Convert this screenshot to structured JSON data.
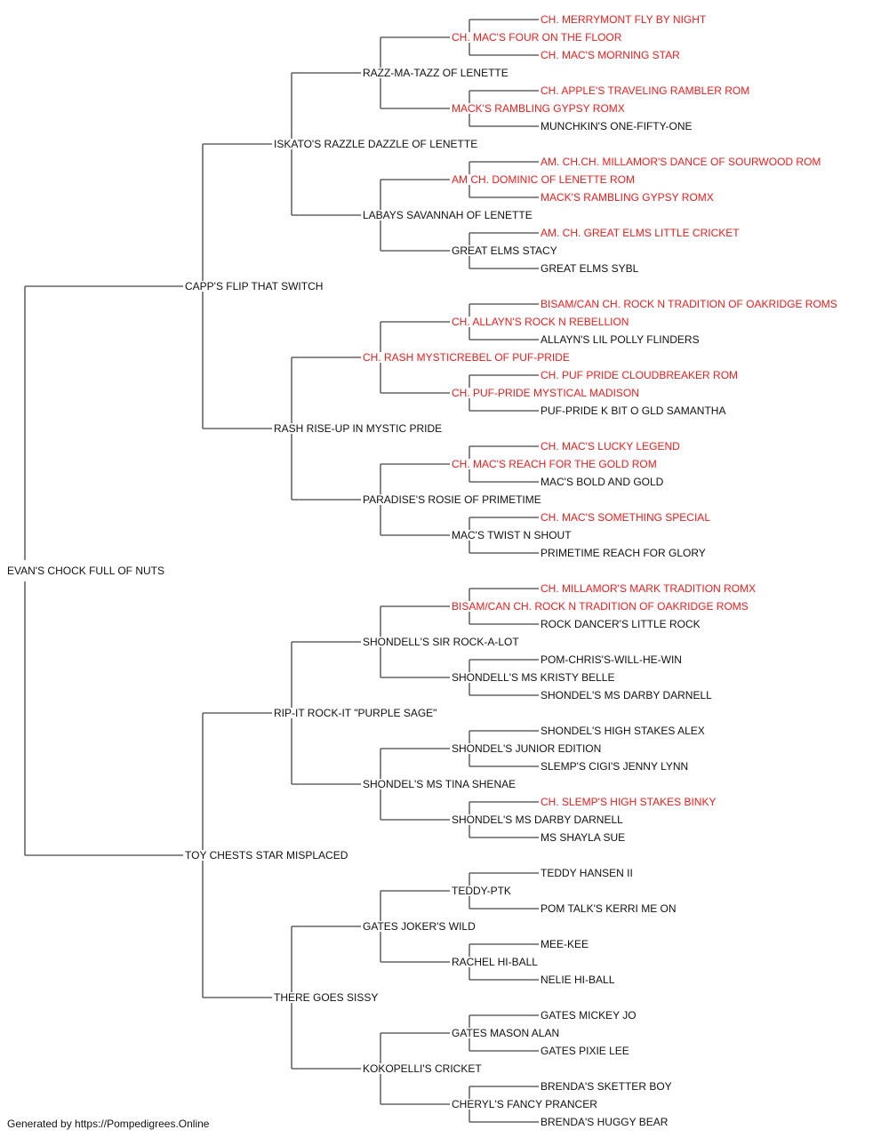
{
  "footer": "Generated by https://Pompedigrees.Online",
  "colors": {
    "text": "#111111",
    "champion": "#e82020",
    "line": "#444444"
  },
  "pedigree": {
    "name": "EVAN'S CHOCK FULL OF NUTS",
    "champion": false,
    "sire": {
      "name": "CAPP'S FLIP THAT SWITCH",
      "champion": false,
      "sire": {
        "name": "ISKATO'S RAZZLE DAZZLE OF LENETTE",
        "champion": false,
        "sire": {
          "name": "RAZZ-MA-TAZZ OF LENETTE",
          "champion": false,
          "sire": {
            "name": "CH. MAC'S FOUR ON THE FLOOR",
            "champion": true,
            "sire": {
              "name": "CH. MERRYMONT FLY BY NIGHT",
              "champion": true
            },
            "dam": {
              "name": "CH. MAC'S MORNING STAR",
              "champion": true
            }
          },
          "dam": {
            "name": "MACK'S RAMBLING GYPSY ROMX",
            "champion": true,
            "sire": {
              "name": "CH. APPLE'S TRAVELING RAMBLER ROM",
              "champion": true
            },
            "dam": {
              "name": "MUNCHKIN'S ONE-FIFTY-ONE",
              "champion": false
            }
          }
        },
        "dam": {
          "name": "LABAYS SAVANNAH OF LENETTE",
          "champion": false,
          "sire": {
            "name": "AM CH. DOMINIC OF LENETTE ROM",
            "champion": true,
            "sire": {
              "name": "AM. CH.CH. MILLAMOR'S DANCE OF SOURWOOD ROM",
              "champion": true
            },
            "dam": {
              "name": "MACK'S RAMBLING GYPSY ROMX",
              "champion": true
            }
          },
          "dam": {
            "name": "GREAT ELMS STACY",
            "champion": false,
            "sire": {
              "name": "AM. CH. GREAT ELMS LITTLE CRICKET",
              "champion": true
            },
            "dam": {
              "name": "GREAT ELMS SYBL",
              "champion": false
            }
          }
        }
      },
      "dam": {
        "name": "RASH RISE-UP IN MYSTIC PRIDE",
        "champion": false,
        "sire": {
          "name": "CH. RASH MYSTICREBEL OF PUF-PRIDE",
          "champion": true,
          "sire": {
            "name": "CH. ALLAYN'S ROCK N REBELLION",
            "champion": true,
            "sire": {
              "name": "BISAM/CAN CH. ROCK N TRADITION OF OAKRIDGE ROMS",
              "champion": true
            },
            "dam": {
              "name": "ALLAYN'S LIL POLLY FLINDERS",
              "champion": false
            }
          },
          "dam": {
            "name": "CH. PUF-PRIDE MYSTICAL MADISON",
            "champion": true,
            "sire": {
              "name": "CH. PUF PRIDE CLOUDBREAKER ROM",
              "champion": true
            },
            "dam": {
              "name": "PUF-PRIDE K BIT O GLD SAMANTHA",
              "champion": false
            }
          }
        },
        "dam": {
          "name": "PARADISE'S ROSIE OF PRIMETIME",
          "champion": false,
          "sire": {
            "name": "CH. MAC'S REACH FOR THE GOLD ROM",
            "champion": true,
            "sire": {
              "name": "CH. MAC'S LUCKY LEGEND",
              "champion": true
            },
            "dam": {
              "name": "MAC'S BOLD AND GOLD",
              "champion": false
            }
          },
          "dam": {
            "name": "MAC'S TWIST N SHOUT",
            "champion": false,
            "sire": {
              "name": "CH. MAC'S SOMETHING SPECIAL",
              "champion": true
            },
            "dam": {
              "name": "PRIMETIME REACH FOR GLORY",
              "champion": false
            }
          }
        }
      }
    },
    "dam": {
      "name": "TOY CHESTS STAR MISPLACED",
      "champion": false,
      "sire": {
        "name": "RIP-IT ROCK-IT \"PURPLE SAGE\"",
        "champion": false,
        "sire": {
          "name": "SHONDELL'S SIR ROCK-A-LOT",
          "champion": false,
          "sire": {
            "name": "BISAM/CAN CH. ROCK N TRADITION OF OAKRIDGE ROMS",
            "champion": true,
            "sire": {
              "name": "CH. MILLAMOR'S MARK TRADITION ROMX",
              "champion": true
            },
            "dam": {
              "name": "ROCK DANCER'S LITTLE ROCK",
              "champion": false
            }
          },
          "dam": {
            "name": "SHONDELL'S MS KRISTY BELLE",
            "champion": false,
            "sire": {
              "name": "POM-CHRIS'S-WILL-HE-WIN",
              "champion": false
            },
            "dam": {
              "name": "SHONDEL'S MS DARBY DARNELL",
              "champion": false
            }
          }
        },
        "dam": {
          "name": "SHONDEL'S MS TINA SHENAE",
          "champion": false,
          "sire": {
            "name": "SHONDEL'S JUNIOR EDITION",
            "champion": false,
            "sire": {
              "name": "SHONDEL'S HIGH STAKES ALEX",
              "champion": false
            },
            "dam": {
              "name": "SLEMP'S CIGI'S JENNY LYNN",
              "champion": false
            }
          },
          "dam": {
            "name": "SHONDEL'S MS DARBY DARNELL",
            "champion": false,
            "sire": {
              "name": "CH. SLEMP'S HIGH STAKES BINKY",
              "champion": true
            },
            "dam": {
              "name": "MS SHAYLA SUE",
              "champion": false
            }
          }
        }
      },
      "dam": {
        "name": "THERE GOES SISSY",
        "champion": false,
        "sire": {
          "name": "GATES JOKER'S WILD",
          "champion": false,
          "sire": {
            "name": "TEDDY-PTK",
            "champion": false,
            "sire": {
              "name": "TEDDY HANSEN II",
              "champion": false
            },
            "dam": {
              "name": "POM TALK'S KERRI ME ON",
              "champion": false
            }
          },
          "dam": {
            "name": "RACHEL HI-BALL",
            "champion": false,
            "sire": {
              "name": "MEE-KEE",
              "champion": false
            },
            "dam": {
              "name": "NELIE HI-BALL",
              "champion": false
            }
          }
        },
        "dam": {
          "name": "KOKOPELLI'S CRICKET",
          "champion": false,
          "sire": {
            "name": "GATES MASON ALAN",
            "champion": false,
            "sire": {
              "name": "GATES MICKEY JO",
              "champion": false
            },
            "dam": {
              "name": "GATES PIXIE LEE",
              "champion": false
            }
          },
          "dam": {
            "name": "CHERYL'S FANCY PRANCER",
            "champion": false,
            "sire": {
              "name": "BRENDA'S SKETTER BOY",
              "champion": false
            },
            "dam": {
              "name": "BRENDA'S HUGGY BEAR",
              "champion": false
            }
          }
        }
      }
    }
  }
}
